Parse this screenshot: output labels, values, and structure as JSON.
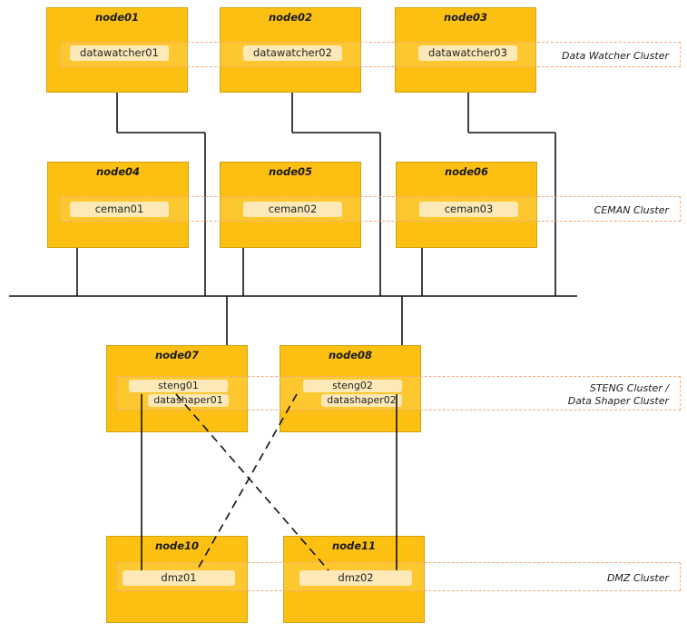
{
  "nodes": {
    "n01": "node01",
    "n02": "node02",
    "n03": "node03",
    "n04": "node04",
    "n05": "node05",
    "n06": "node06",
    "n07": "node07",
    "n08": "node08",
    "n10": "node10",
    "n11": "node11"
  },
  "services": {
    "dw1": "datawatcher01",
    "dw2": "datawatcher02",
    "dw3": "datawatcher03",
    "ce1": "ceman01",
    "ce2": "ceman02",
    "ce3": "ceman03",
    "st1": "steng01",
    "ds1": "datashaper01",
    "st2": "steng02",
    "ds2": "datashaper02",
    "dmz1": "dmz01",
    "dmz2": "dmz02"
  },
  "clusters": {
    "datawatcher": "Data Watcher Cluster",
    "ceman": "CEMAN Cluster",
    "steng_line1": "STENG Cluster /",
    "steng_line2": "Data Shaper Cluster",
    "dmz": "DMZ Cluster"
  },
  "colors": {
    "node_fill": "#fcc013",
    "cluster_border": "#f0a97a",
    "service_fill": "#fde9b8",
    "line": "#111111"
  }
}
